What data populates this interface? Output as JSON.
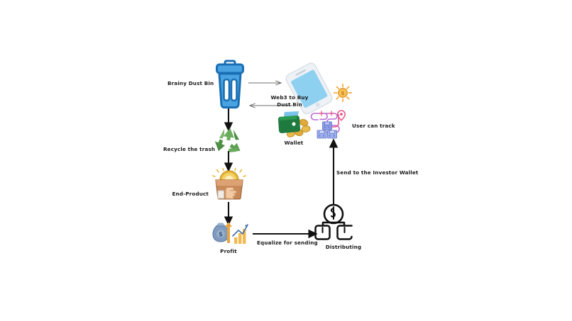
{
  "diagram": {
    "title": "Brainy Dust Bin recycling and investor distribution flow",
    "background_color": "#ffffff",
    "nodes": [
      {
        "id": "dust-bin",
        "label": "Brainy Dust Bin",
        "icon": "trash-bin-icon",
        "colors": {
          "outline": "#1a6fb4",
          "body": "#4aa3e0",
          "light": "#a8d8f5"
        }
      },
      {
        "id": "phone",
        "label": "",
        "icon": "smartphone-icon",
        "colors": {
          "frame": "#e9edf2",
          "screen": "#8ed0f0",
          "accent": "#f5a623"
        }
      },
      {
        "id": "wallet",
        "label": "Wallet",
        "icon": "wallet-icon",
        "colors": {
          "wallet": "#1f7a3f",
          "coin": "#e0a93b",
          "card": "#79c3ea"
        }
      },
      {
        "id": "tracking",
        "label": "User can track",
        "icon": "package-tracking-icon",
        "colors": {
          "route": "#b96cd6",
          "pin": "#e8598b",
          "box": "#6f7fd6"
        }
      },
      {
        "id": "recycle",
        "label": "Recycle the trash",
        "icon": "recycle-icon",
        "colors": {
          "arrow": "#5fa055",
          "arrow_dark": "#3f7a37"
        }
      },
      {
        "id": "end-product",
        "label": "End-Product",
        "icon": "package-box-hand-icon",
        "colors": {
          "box": "#c98a5a",
          "gold": "#e8b93c",
          "hand": "#f3c9a2"
        }
      },
      {
        "id": "profit",
        "label": "Profit",
        "icon": "money-bag-growth-icon",
        "colors": {
          "bag": "#7f9cc0",
          "arrow": "#e8a33d",
          "bar": "#f3b84e"
        }
      },
      {
        "id": "distributing",
        "label": "Distributing",
        "icon": "distribution-hierarchy-icon",
        "colors": {
          "stroke": "#111111"
        }
      }
    ],
    "edges": [
      {
        "id": "bin-to-phone",
        "label": "",
        "direction": "right",
        "style": "thin-gray",
        "color": "#6f6f6f"
      },
      {
        "id": "phone-to-bin",
        "label": "Web3 to Buy\nDust Bin",
        "label_line1": "Web3 to Buy",
        "label_line2": "Dust Bin",
        "direction": "left",
        "style": "thin-gray",
        "color": "#6f6f6f"
      },
      {
        "id": "bin-to-recycle",
        "label": "",
        "direction": "down",
        "style": "thick-black",
        "color": "#111111"
      },
      {
        "id": "recycle-to-end-product",
        "label": "",
        "direction": "down",
        "style": "thick-black",
        "color": "#111111"
      },
      {
        "id": "end-product-to-profit",
        "label": "",
        "direction": "down",
        "style": "thick-black",
        "color": "#111111"
      },
      {
        "id": "profit-to-distributing",
        "label": "Equalize for sending",
        "direction": "right",
        "style": "thick-black",
        "color": "#111111"
      },
      {
        "id": "distributing-to-tracking",
        "label": "Send to the Investor Wallet",
        "direction": "up",
        "style": "thick-black",
        "color": "#111111"
      }
    ]
  }
}
